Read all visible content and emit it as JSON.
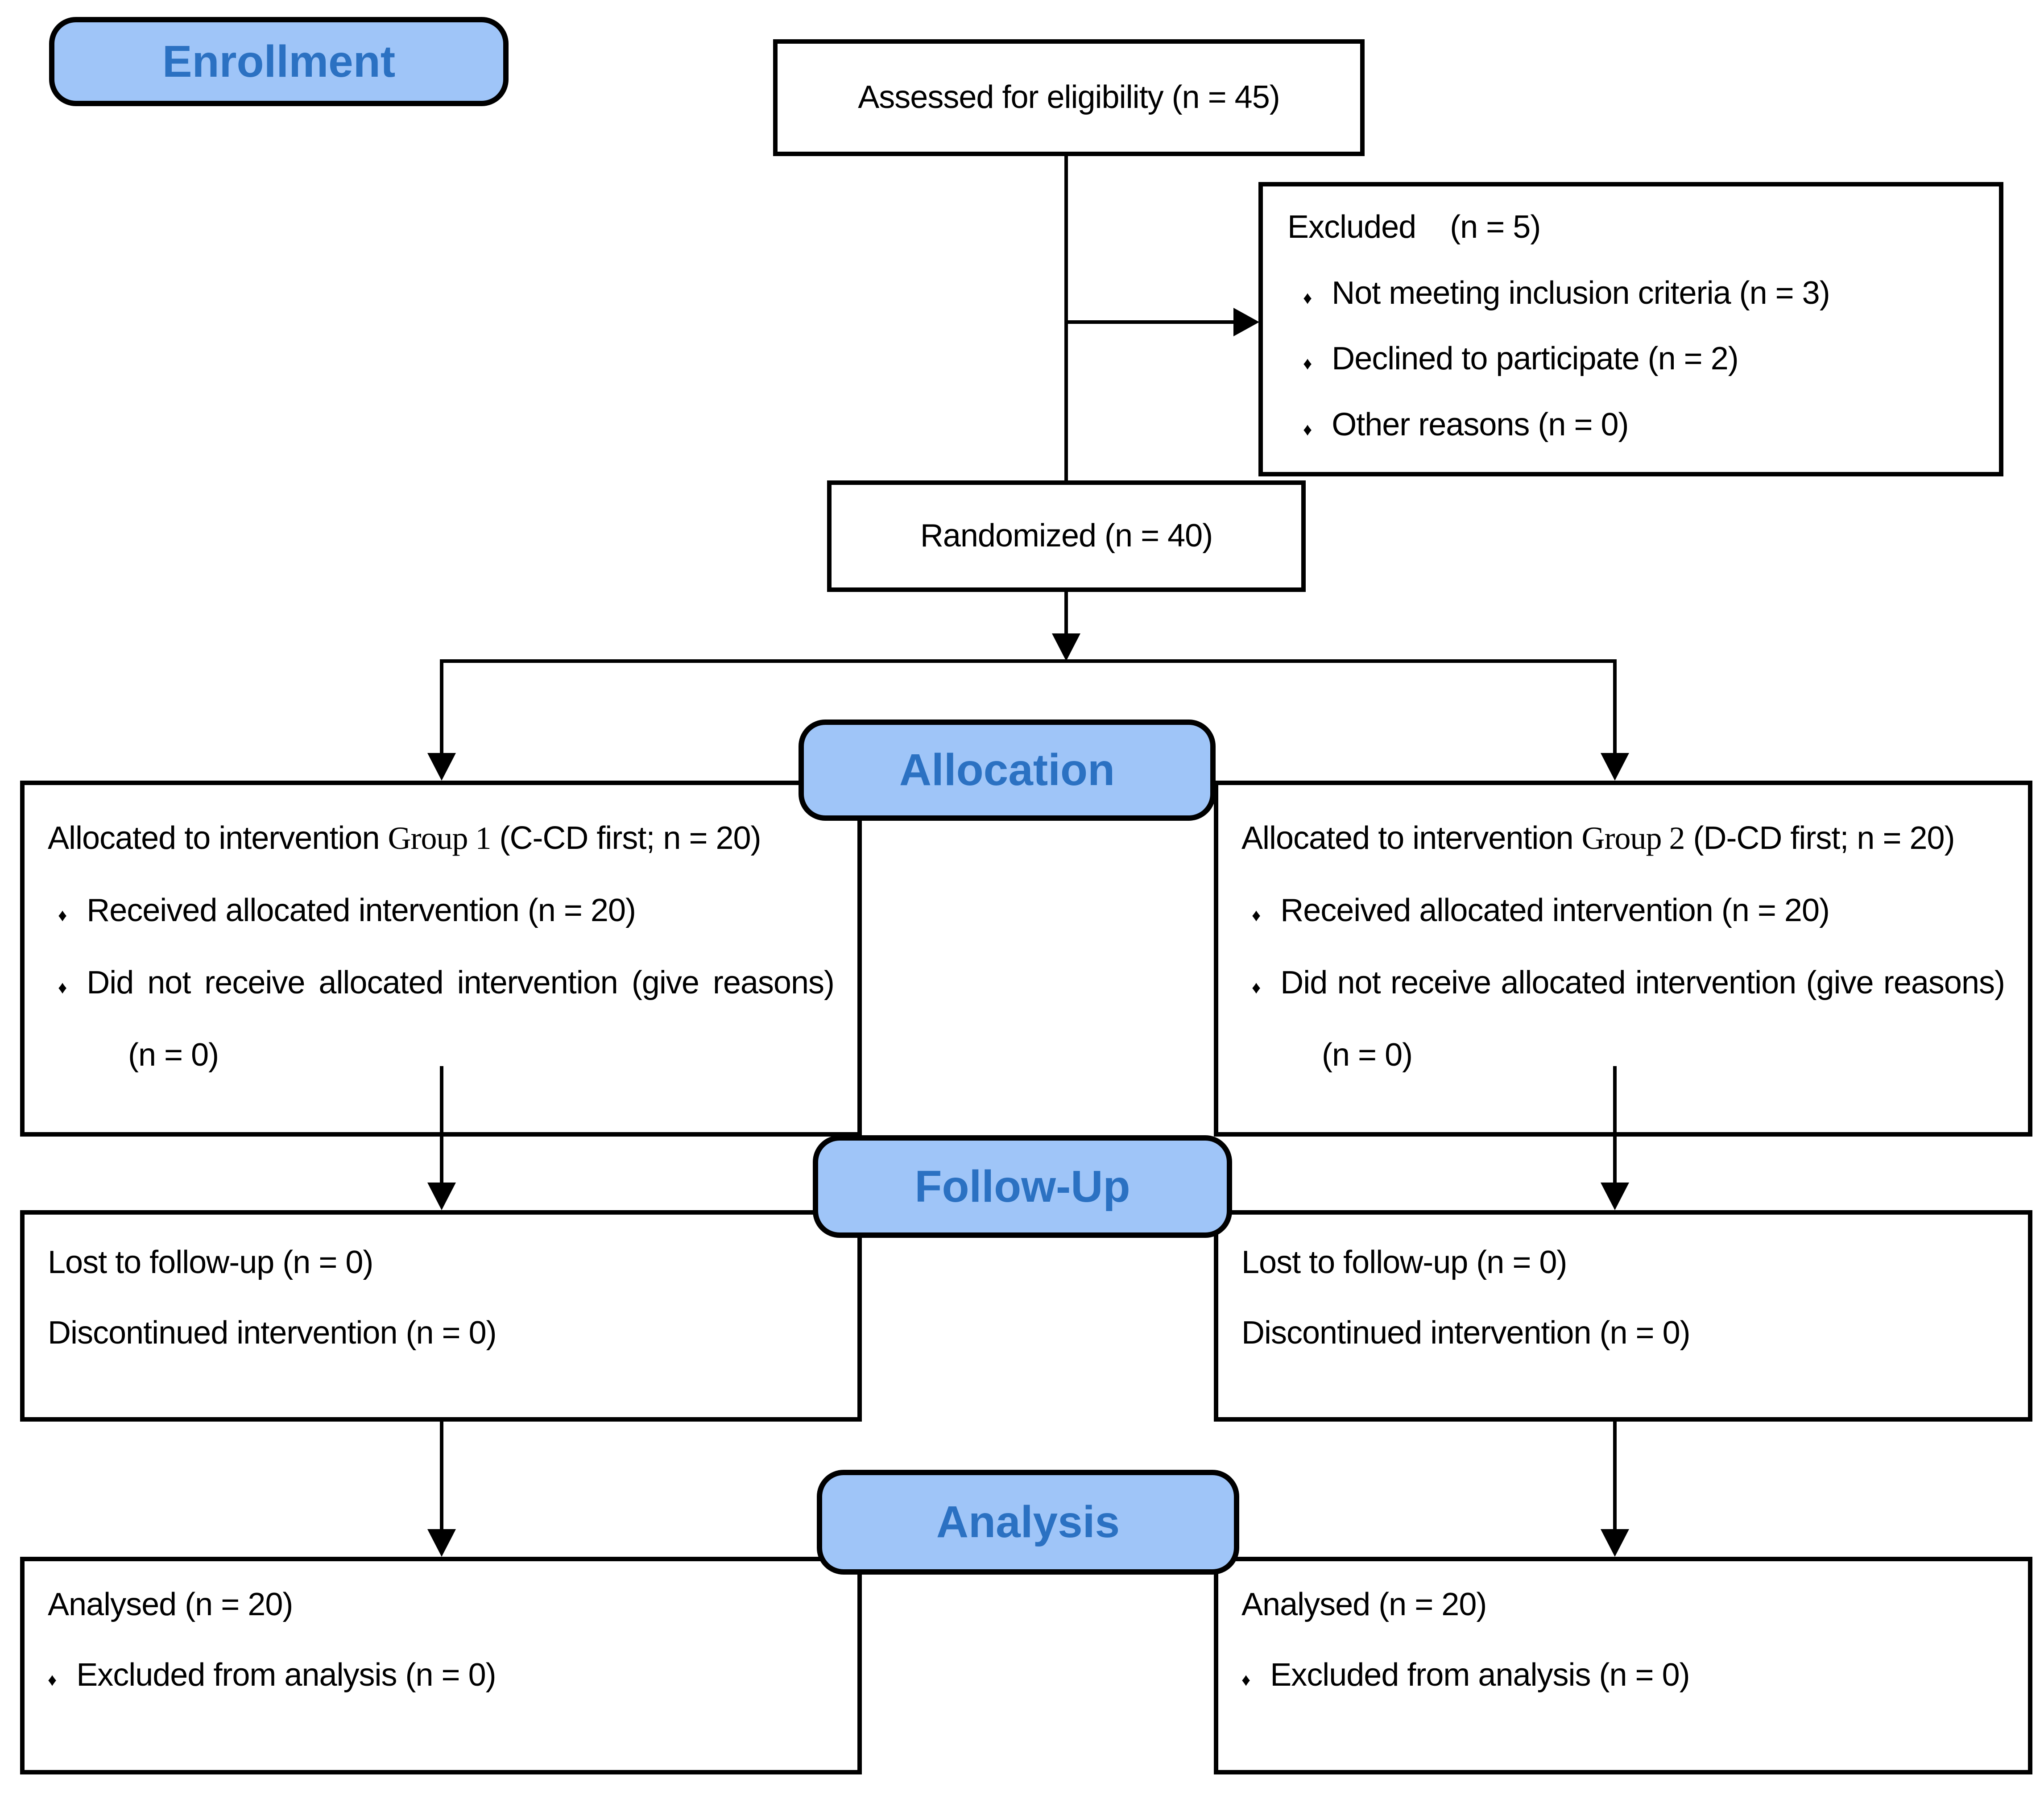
{
  "colors": {
    "pill_fill": "#9FC5F8",
    "pill_text": "#2B71C2",
    "box_border": "#000000",
    "background": "#FFFFFF"
  },
  "bullet": "♦",
  "labels": {
    "enrollment": "Enrollment",
    "allocation": "Allocation",
    "followup": "Follow-Up",
    "analysis": "Analysis"
  },
  "assessed": {
    "text": "Assessed for eligibility (n = 45)"
  },
  "excluded": {
    "title": "Excluded    (n = 5)",
    "items": [
      "Not meeting inclusion criteria (n = 3)",
      "Declined to participate (n = 2)",
      "Other reasons (n = 0)"
    ]
  },
  "randomized": {
    "text": "Randomized (n = 40)"
  },
  "allocation_left": {
    "intro_prefix": "Allocated to intervention ",
    "group_label": "Group 1",
    "intro_suffix": " (C-CD first; n = 20)",
    "items": [
      "Received allocated intervention (n = 20)",
      "Did not receive allocated intervention (give reasons) (n = 0)"
    ]
  },
  "allocation_right": {
    "intro_prefix": "Allocated to intervention ",
    "group_label": "Group 2",
    "intro_suffix": " (D-CD first; n = 20)",
    "items": [
      "Received allocated intervention (n = 20)",
      "Did not receive allocated intervention (give reasons) (n = 0)"
    ]
  },
  "followup_left": {
    "items": [
      "Lost to follow-up (n = 0)",
      "Discontinued intervention (n = 0)"
    ]
  },
  "followup_right": {
    "items": [
      "Lost to follow-up (n = 0)",
      "Discontinued intervention (n = 0)"
    ]
  },
  "analysis_left": {
    "title": "Analysed (n = 20)",
    "items": [
      "Excluded from analysis (n = 0)"
    ]
  },
  "analysis_right": {
    "title": "Analysed (n = 20)",
    "items": [
      "Excluded from analysis (n = 0)"
    ]
  }
}
